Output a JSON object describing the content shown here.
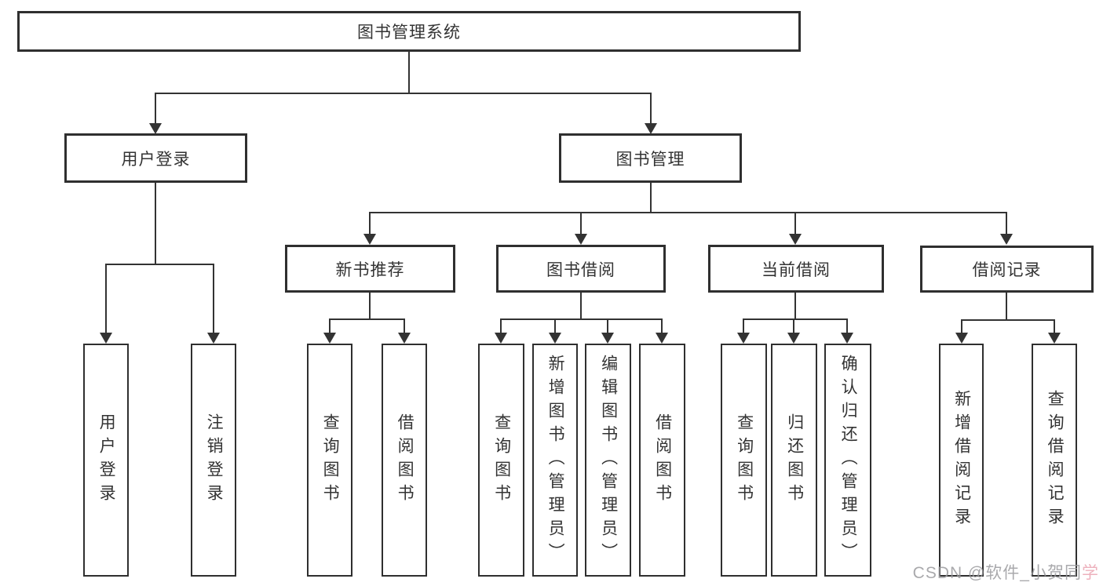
{
  "diagram_title": "图书管理系统",
  "nodes": {
    "root": "图书管理系统",
    "user_login": "用户登录",
    "book_mgmt": "图书管理",
    "new_book_rec": "新书推荐",
    "book_borrow": "图书借阅",
    "current_borrow": "当前借阅",
    "borrow_records": "借阅记录",
    "ul_leaf1": "用户登录",
    "ul_leaf2": "注销登录",
    "nb_leaf1": "查询图书",
    "nb_leaf2": "借阅图书",
    "bb_leaf1": "查询图书",
    "bb_leaf2": "新增图书（管理员）",
    "bb_leaf3": "编辑图书（管理员）",
    "bb_leaf4": "借阅图书",
    "cb_leaf1": "查询图书",
    "cb_leaf2": "归还图书",
    "cb_leaf3": "确认归还（管理员）",
    "br_leaf1": "新增借阅记录",
    "br_leaf2": "查询借阅记录"
  },
  "watermark": {
    "gray_part": "CSDN @软件_小贺同",
    "pink_part": "学"
  },
  "colors": {
    "line": "#333333",
    "text": "#333333",
    "box_fill": "#ffffff",
    "watermark_gray": "#9b9b9e",
    "watermark_pink": "#eba4b2"
  }
}
